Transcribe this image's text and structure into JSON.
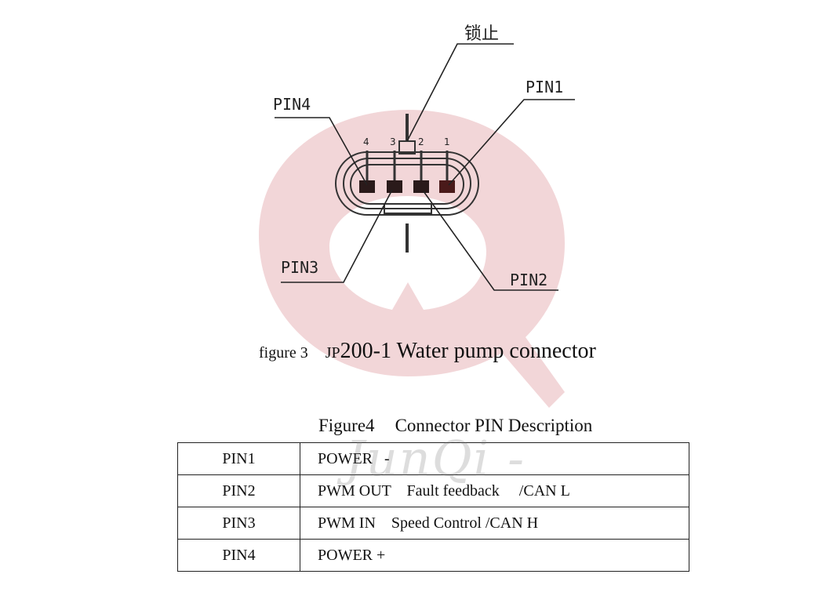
{
  "diagram": {
    "lock_label": "锁止",
    "pin_labels": {
      "pin1": "PIN1",
      "pin2": "PIN2",
      "pin3": "PIN3",
      "pin4": "PIN4"
    },
    "pin_numbers": [
      "4",
      "3",
      "2",
      "1"
    ]
  },
  "figure3": {
    "prefix": "figure 3",
    "model_prefix": "JP",
    "title": "200-1 Water pump connector"
  },
  "figure4": {
    "label": "Figure4",
    "title": "Connector PIN Description"
  },
  "pin_table": {
    "rows": [
      {
        "pin": "PIN1",
        "desc": "POWER   -"
      },
      {
        "pin": "PIN2",
        "desc": "PWM OUT    Fault feedback     /CAN L"
      },
      {
        "pin": "PIN3",
        "desc": "PWM IN    Speed Control /CAN H"
      },
      {
        "pin": "PIN4",
        "desc": "POWER +"
      }
    ]
  },
  "watermark": {
    "text": "JunQi -",
    "color": "#e8b4b8"
  }
}
